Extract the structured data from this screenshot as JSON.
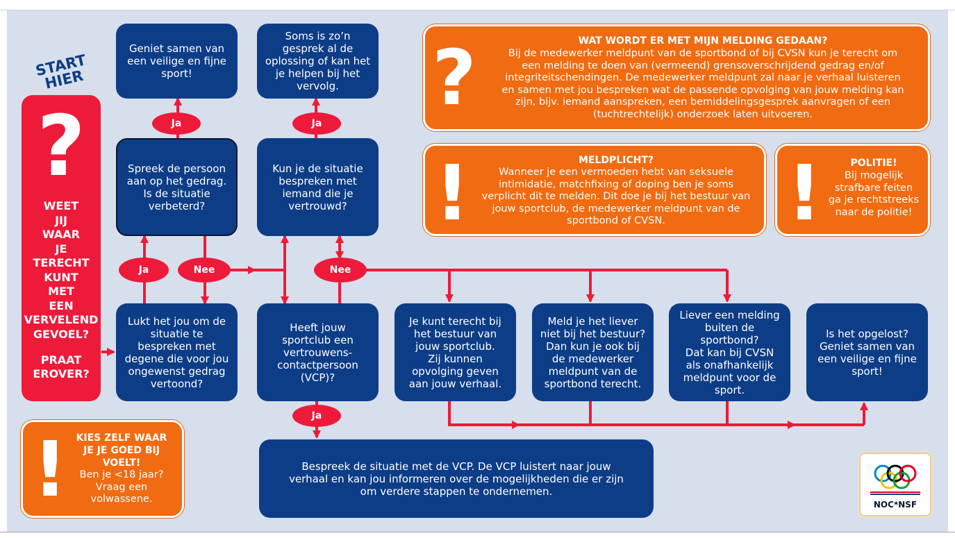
{
  "start": {
    "hier": "START\nHIER",
    "question_mark": "?",
    "text": "WEET\nJIJ\nWAAR\nJE\nTERECHT\nKUNT\nMET\nEEN\nVERVELEND\nGEVOEL?",
    "text2": "PRAAT\nEROVER?"
  },
  "boxes": {
    "lukt": "Lukt het jou om de\nsituatie te\nbespreken met\ndegene die voor jou\nongewenst gedrag\nvertoond?",
    "spreek": "Spreek de persoon\naan op het gedrag.\nIs de situatie\nverbeterd?",
    "geniet_top": "Geniet samen van\neen veilige en fijne\nsport!",
    "soms": "Soms is zo’n\ngesprek al de\noplossing of kan het\nje helpen bij het\nvervolg.",
    "kun": "Kun je de situatie\nbespreken met\niemand die je\nvertrouwd?",
    "heeft": "Heeft jouw\nsportclub een\nvertrouwens-\ncontactpersoon\n(VCP)?",
    "bestuur": "Je kunt terecht bij\nhet bestuur van\njouw sportclub.\nZij kunnen\nopvolging geven\naan jouw verhaal.",
    "meld": "Meld je het liever\nniet bij het bestuur?\nDan kun je ook bij\nde medewerker\nmeldpunt van de\nsportbond terecht.",
    "liever": "Liever een melding\nbuiten de sportbond?\nDat kan bij CVSN\nals onafhankelijk\nmeldpunt voor de\nsport.",
    "opgelost": "Is het opgelost?\nGeniet samen van\neen veilige en fijne\nsport!",
    "vcp": "Bespreek de situatie met de VCP. De VCP luistert naar jouw\nverhaal en kan jou informeren over de mogelijkheden die er zijn\nom verdere stappen te ondernemen."
  },
  "pills": {
    "ja": "Ja",
    "nee": "Nee"
  },
  "info": {
    "wat": {
      "symbol": "?",
      "title": "WAT WORDT ER MET MIJN MELDING GEDAAN?",
      "body": "Bij de medewerker meldpunt van de sportbond of bij CVSN kun je terecht om\neen melding te doen van (vermeend) grensoverschrijdend gedrag en/of\nintegriteitschendingen.  De medewerker meldpunt zal naar je verhaal luisteren\nen samen met jou bespreken wat de passende opvolging van jouw melding kan\nzijn, bijv. iemand aanspreken, een bemiddelingsgesprek aanvragen of een\n(tuchtrechtelijk) onderzoek laten uitvoeren."
    },
    "meldplicht": {
      "symbol": "!",
      "title": "MELDPLICHT?",
      "body": "Wanneer je een vermoeden hebt van seksuele\nintimidatie, matchfixing of doping ben je soms\nverplicht dit te melden. Dit doe je bij het bestuur van\njouw sportclub, de medewerker meldpunt van de\nsportbond of CVSN."
    },
    "politie": {
      "symbol": "!",
      "title": "POLITIE!",
      "body": "Bij mogelijk\nstrafbare feiten\nga je rechtstreeks\nnaar de politie!"
    },
    "kies": {
      "symbol": "!",
      "title": "KIES ZELF WAAR\nJE JE GOED BIJ\nVOELT!",
      "body": "Ben je <18 jaar?\nVraag een\nvolwassene."
    }
  },
  "logo": {
    "text": "NOC*NSF",
    "ring_colors": [
      "#0085c7",
      "#f4c300",
      "#000000",
      "#009f3d",
      "#df0024"
    ]
  },
  "colors": {
    "background": "#d6dfeb",
    "navy": "#0d3d86",
    "orange": "#f06b11",
    "red": "#ee1a3a"
  }
}
